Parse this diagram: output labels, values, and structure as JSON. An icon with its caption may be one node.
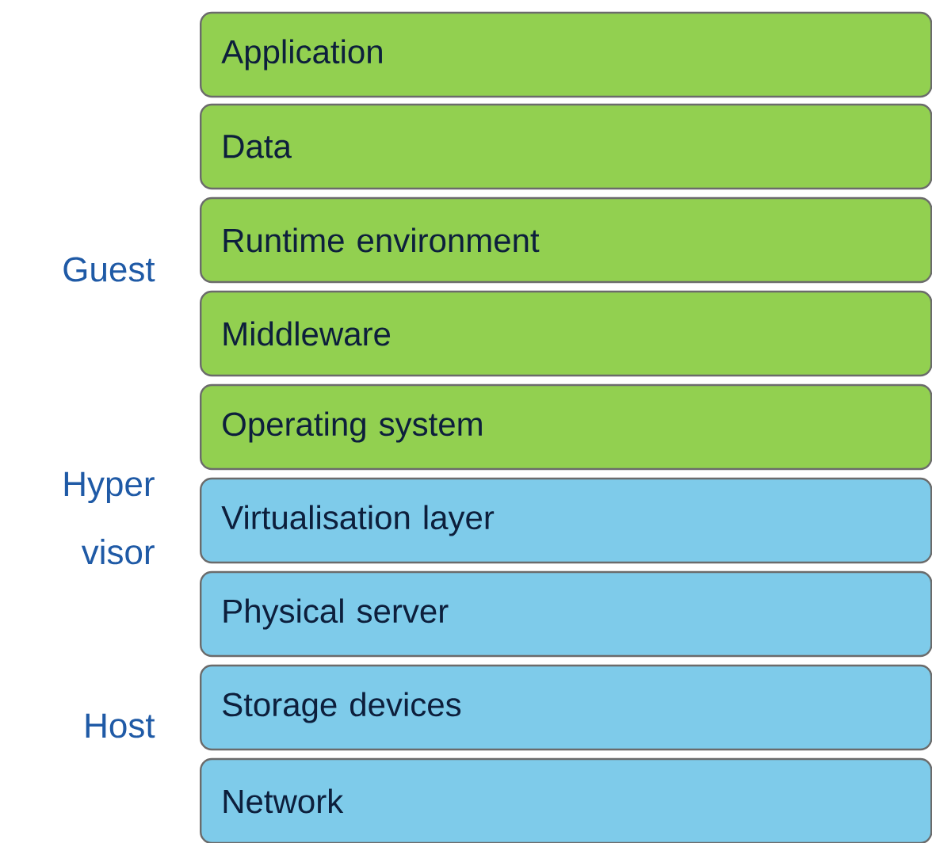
{
  "diagram": {
    "nodes": [
      {
        "text": [
          "Application"
        ]
      },
      {
        "text": [
          "Data"
        ]
      },
      {
        "text": [
          "Runtime environment"
        ]
      },
      {
        "text": [
          "Middleware"
        ]
      },
      {
        "text": [
          "Operating system"
        ]
      },
      {
        "text": [
          "Virtualisation layer"
        ]
      },
      {
        "text": [
          "Physical server"
        ]
      },
      {
        "text": [
          "Storage devices"
        ]
      },
      {
        "text": [
          "Network"
        ]
      }
    ],
    "labels": [
      "Guest",
      "Hyper visor",
      "Host"
    ]
  }
}
